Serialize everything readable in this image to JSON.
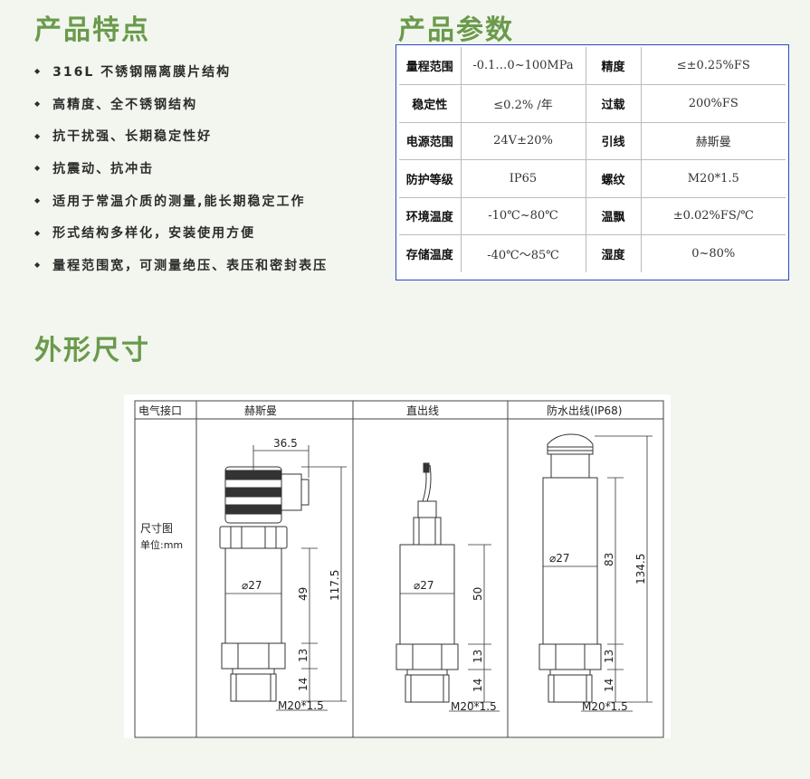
{
  "headings": {
    "features": "产品特点",
    "params": "产品参数",
    "dimensions": "外形尺寸"
  },
  "features": [
    "316L 不锈钢隔离膜片结构",
    "高精度、全不锈钢结构",
    "抗干扰强、长期稳定性好",
    "抗震动、抗冲击",
    "适用于常温介质的测量,能长期稳定工作",
    "形式结构多样化，安装使用方便",
    "量程范围宽，可测量绝压、表压和密封表压"
  ],
  "params": [
    {
      "k1": "量程范围",
      "v1": "-0.1…0~100MPa",
      "k2": "精度",
      "v2": "≤±0.25%FS"
    },
    {
      "k1": "稳定性",
      "v1": "≤0.2% /年",
      "k2": "过载",
      "v2": "200%FS"
    },
    {
      "k1": "电源范围",
      "v1": "24V±20%",
      "k2": "引线",
      "v2": "赫斯曼"
    },
    {
      "k1": "防护等级",
      "v1": "IP65",
      "k2": "螺纹",
      "v2": "M20*1.5"
    },
    {
      "k1": "环境温度",
      "v1": "-10℃~80℃",
      "k2": "温飘",
      "v2": "±0.02%FS/℃"
    },
    {
      "k1": "存储温度",
      "v1": "-40℃～85℃",
      "k2": "湿度",
      "v2": "0~80%"
    }
  ],
  "drawing": {
    "col_header_0": "电气接口",
    "col_header_1": "赫斯曼",
    "col_header_2": "直出线",
    "col_header_3": "防水出线(IP68)",
    "row_label_1": "尺寸图",
    "row_label_2": "单位:mm",
    "d1_width": "36.5",
    "d1_dia": "⌀27",
    "d1_body": "49",
    "d1_total": "117.5",
    "d1_hex": "13",
    "d1_thread": "14",
    "d1_m": "M20*1.5",
    "d2_dia": "⌀27",
    "d2_body": "50",
    "d2_hex": "13",
    "d2_thread": "14",
    "d2_m": "M20*1.5",
    "d3_dia": "⌀27",
    "d3_body": "83",
    "d3_total": "134.5",
    "d3_hex": "13",
    "d3_thread": "14",
    "d3_m": "M20*1.5"
  }
}
